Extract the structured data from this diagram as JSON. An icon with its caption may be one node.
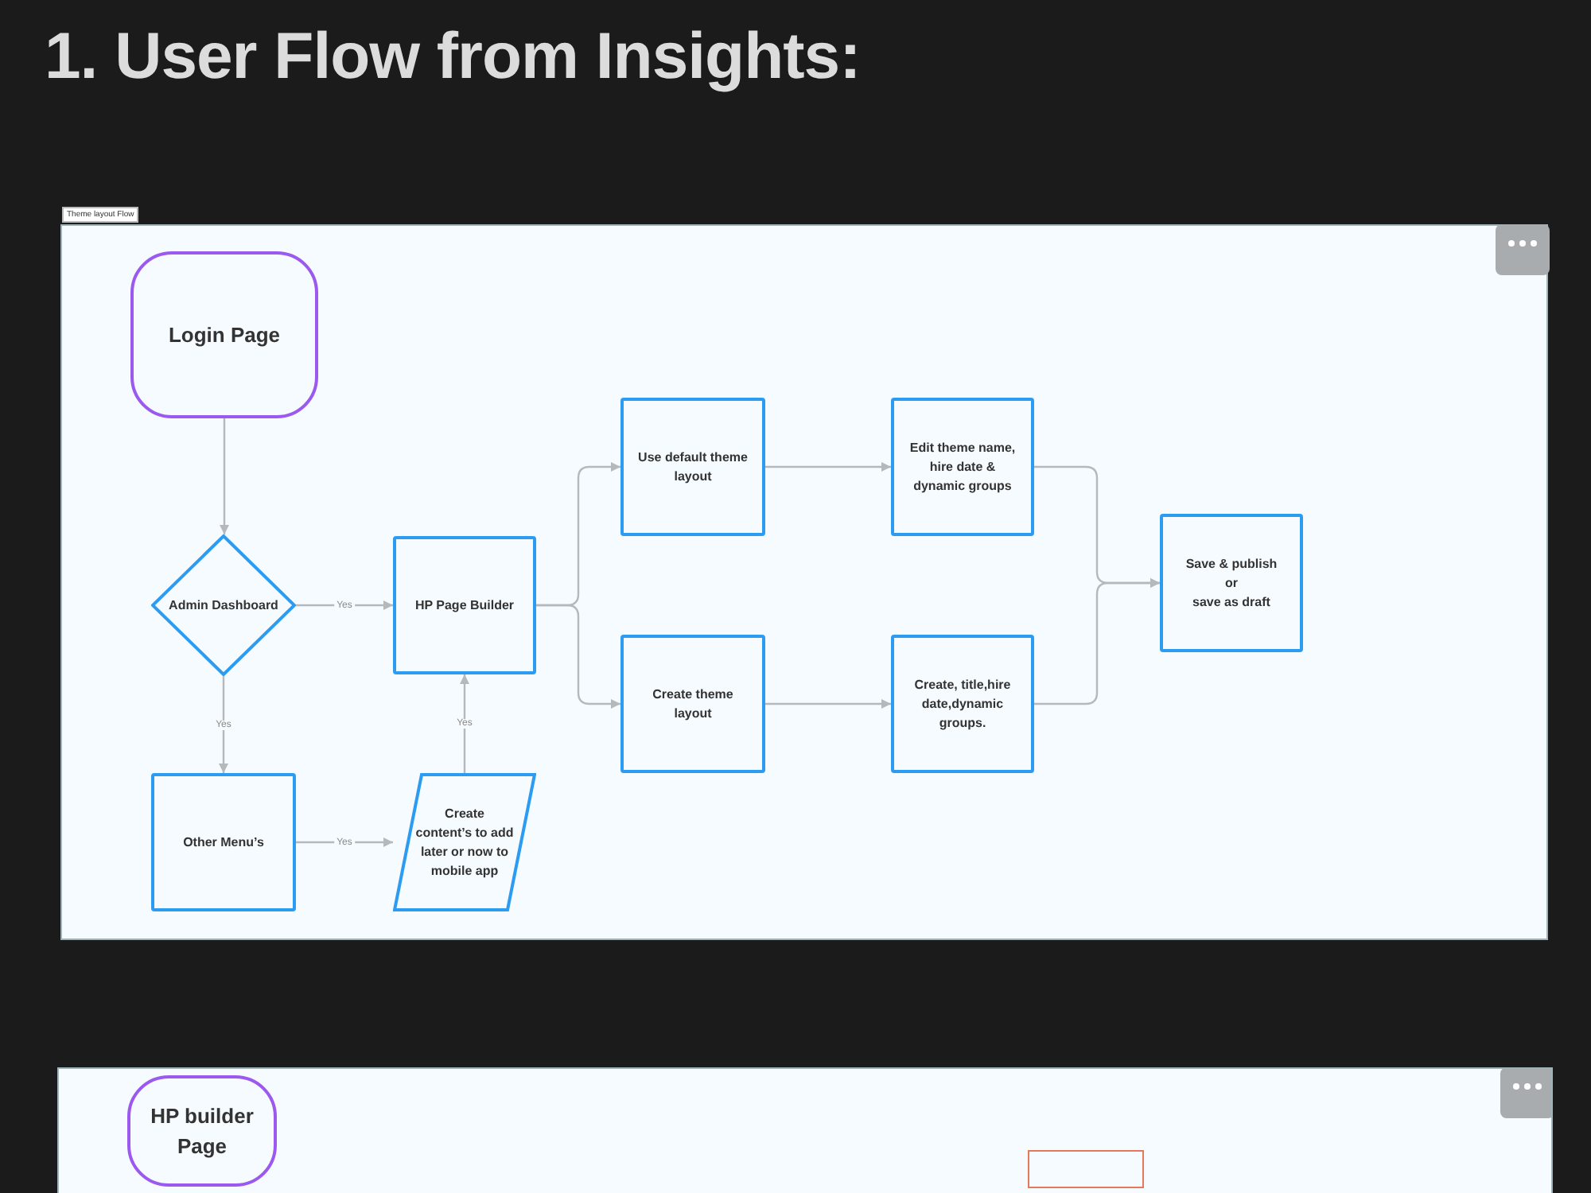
{
  "diagram": {
    "title": "1. User Flow from Insights:",
    "nodes": [
      {
        "text": [
          "Theme layout Flow"
        ]
      },
      {
        "text": [
          "Login Page"
        ],
        "in": 0
      },
      {
        "text": [
          "Admin Dashboard"
        ],
        "in": 0
      },
      {
        "text": [
          "HP Page Builder"
        ],
        "in": 0
      },
      {
        "text": [
          "Use default theme layout"
        ],
        "in": 0
      },
      {
        "text": [
          "Edit theme name, hire date & dynamic groups"
        ],
        "in": 0
      },
      {
        "text": [
          "Save & publish",
          "or",
          "save as draft"
        ],
        "in": 0
      },
      {
        "text": [
          "Create theme layout"
        ],
        "in": 0
      },
      {
        "text": [
          "Create, title,hire date,dynamic groups."
        ],
        "in": 0
      },
      {
        "text": [
          "Other Menu’s"
        ],
        "in": 0
      },
      {
        "text": [
          "Create content’s to add later or now to mobile app"
        ],
        "in": 0
      },
      {
        "text": [],
        "shape": "box"
      },
      {
        "text": [
          "HP builder Page"
        ],
        "in": 11
      },
      {
        "text": [],
        "shape": "box",
        "in": 11
      }
    ],
    "edges": [
      {
        "from": 1,
        "to": 2,
        "arrow": "to"
      },
      {
        "from": 2,
        "to": 3,
        "arrow": "to",
        "label": "Yes"
      },
      {
        "from": 2,
        "to": 9,
        "arrow": "to",
        "label": "Yes"
      },
      {
        "from": 9,
        "to": 10,
        "arrow": "to",
        "label": "Yes"
      },
      {
        "from": 10,
        "to": 3,
        "arrow": "to",
        "label": "Yes"
      },
      {
        "from": 3,
        "to": 4,
        "arrow": "to"
      },
      {
        "from": 3,
        "to": 7,
        "arrow": "to"
      },
      {
        "from": 4,
        "to": 5,
        "arrow": "to"
      },
      {
        "from": 7,
        "to": 8,
        "arrow": "to"
      },
      {
        "from": 5,
        "to": 6,
        "arrow": "to"
      },
      {
        "from": 8,
        "to": 6,
        "arrow": "to"
      }
    ]
  }
}
